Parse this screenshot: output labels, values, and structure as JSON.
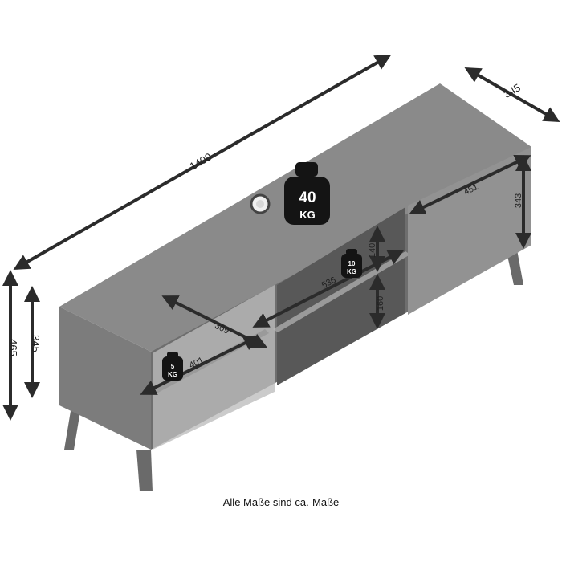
{
  "dimensions": {
    "width": "1400",
    "depth": "345",
    "height_total": "465",
    "height_body": "345",
    "door_width": "451",
    "door_height": "343",
    "shelf_width": "536",
    "left_width": "401",
    "left_depth": "309",
    "upper_compartment_height": "140",
    "lower_compartment_height": "160"
  },
  "weights": {
    "top": {
      "value": "40",
      "unit": "KG"
    },
    "shelf": {
      "value": "10",
      "unit": "KG"
    },
    "left": {
      "value": "5",
      "unit": "KG"
    }
  },
  "colors": {
    "body": "#6e6e6e",
    "top": "#8a8a8a",
    "door": "#929292",
    "inner": "#585858",
    "shelf": "#9a9a9a",
    "glass": "#bdbdbd",
    "leg": "#6a6a6a",
    "arrow": "#2b2b2b",
    "weight": "#141414"
  },
  "caption": "Alle Maße sind ca.-Maße"
}
